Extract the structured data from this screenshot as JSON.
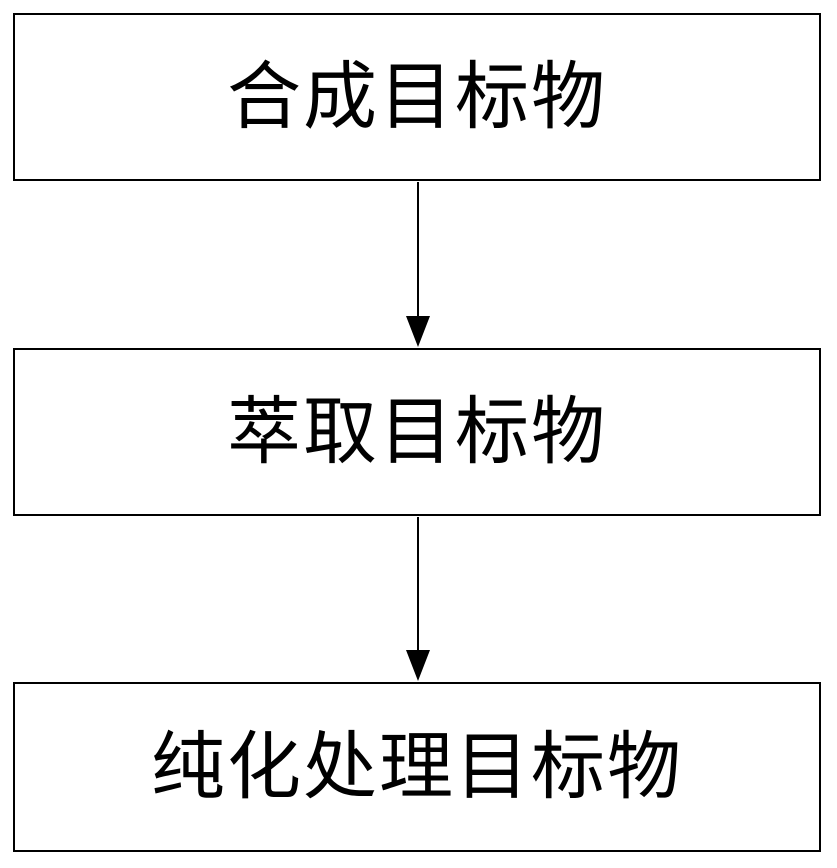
{
  "flowchart": {
    "steps": [
      {
        "label": "合成目标物"
      },
      {
        "label": "萃取目标物"
      },
      {
        "label": "纯化处理目标物"
      }
    ]
  }
}
